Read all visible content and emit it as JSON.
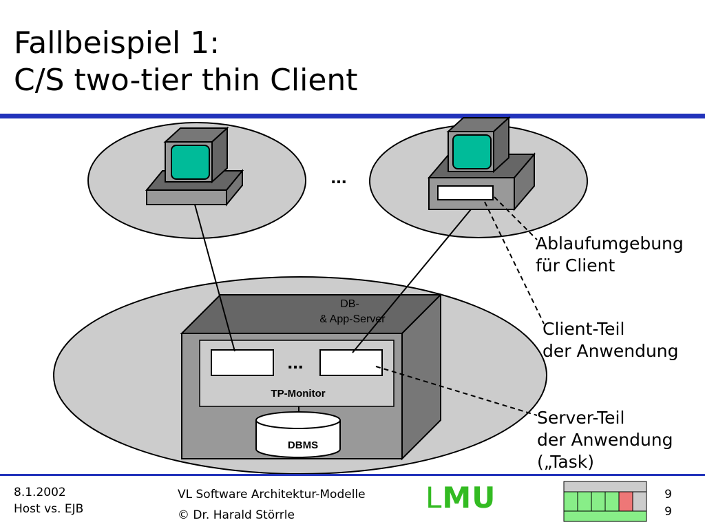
{
  "slide": {
    "title_line1": "Fallbeispiel 1:",
    "title_line2": "C/S two-tier thin Client"
  },
  "diagram": {
    "ellipsis_top": "...",
    "ellipsis_server": "...",
    "server_label_line1": "DB-",
    "server_label_line2": "& App-Server",
    "tp_monitor_label": "TP-Monitor",
    "dbms_label": "DBMS",
    "annotations": {
      "runtime_line1": "Ablaufumgebung",
      "runtime_line2": "für Client",
      "client_part_line1": "Client-Teil",
      "client_part_line2": "der Anwendung",
      "server_part_line1": "Server-Teil",
      "server_part_line2": "der Anwendung",
      "server_part_line3": "(„Task)"
    },
    "colors": {
      "screen": "#00bb99",
      "ellipse_fill": "#cccccc",
      "box_front": "#999999",
      "box_top": "#666666",
      "box_side": "#777777",
      "inner_panel": "#cccccc"
    }
  },
  "footer": {
    "date": "8.1.2002",
    "topic": "Host vs. EJB",
    "course": "VL Software Architektur-Modelle",
    "copyright": "© Dr. Harald Störrle",
    "logo_l": "L",
    "logo_mu": "MU",
    "page_number": "9",
    "page_total": "9",
    "progress_colors": [
      "#88ee88",
      "#88ee88",
      "#88ee88",
      "#88ee88",
      "#ee7777"
    ]
  }
}
